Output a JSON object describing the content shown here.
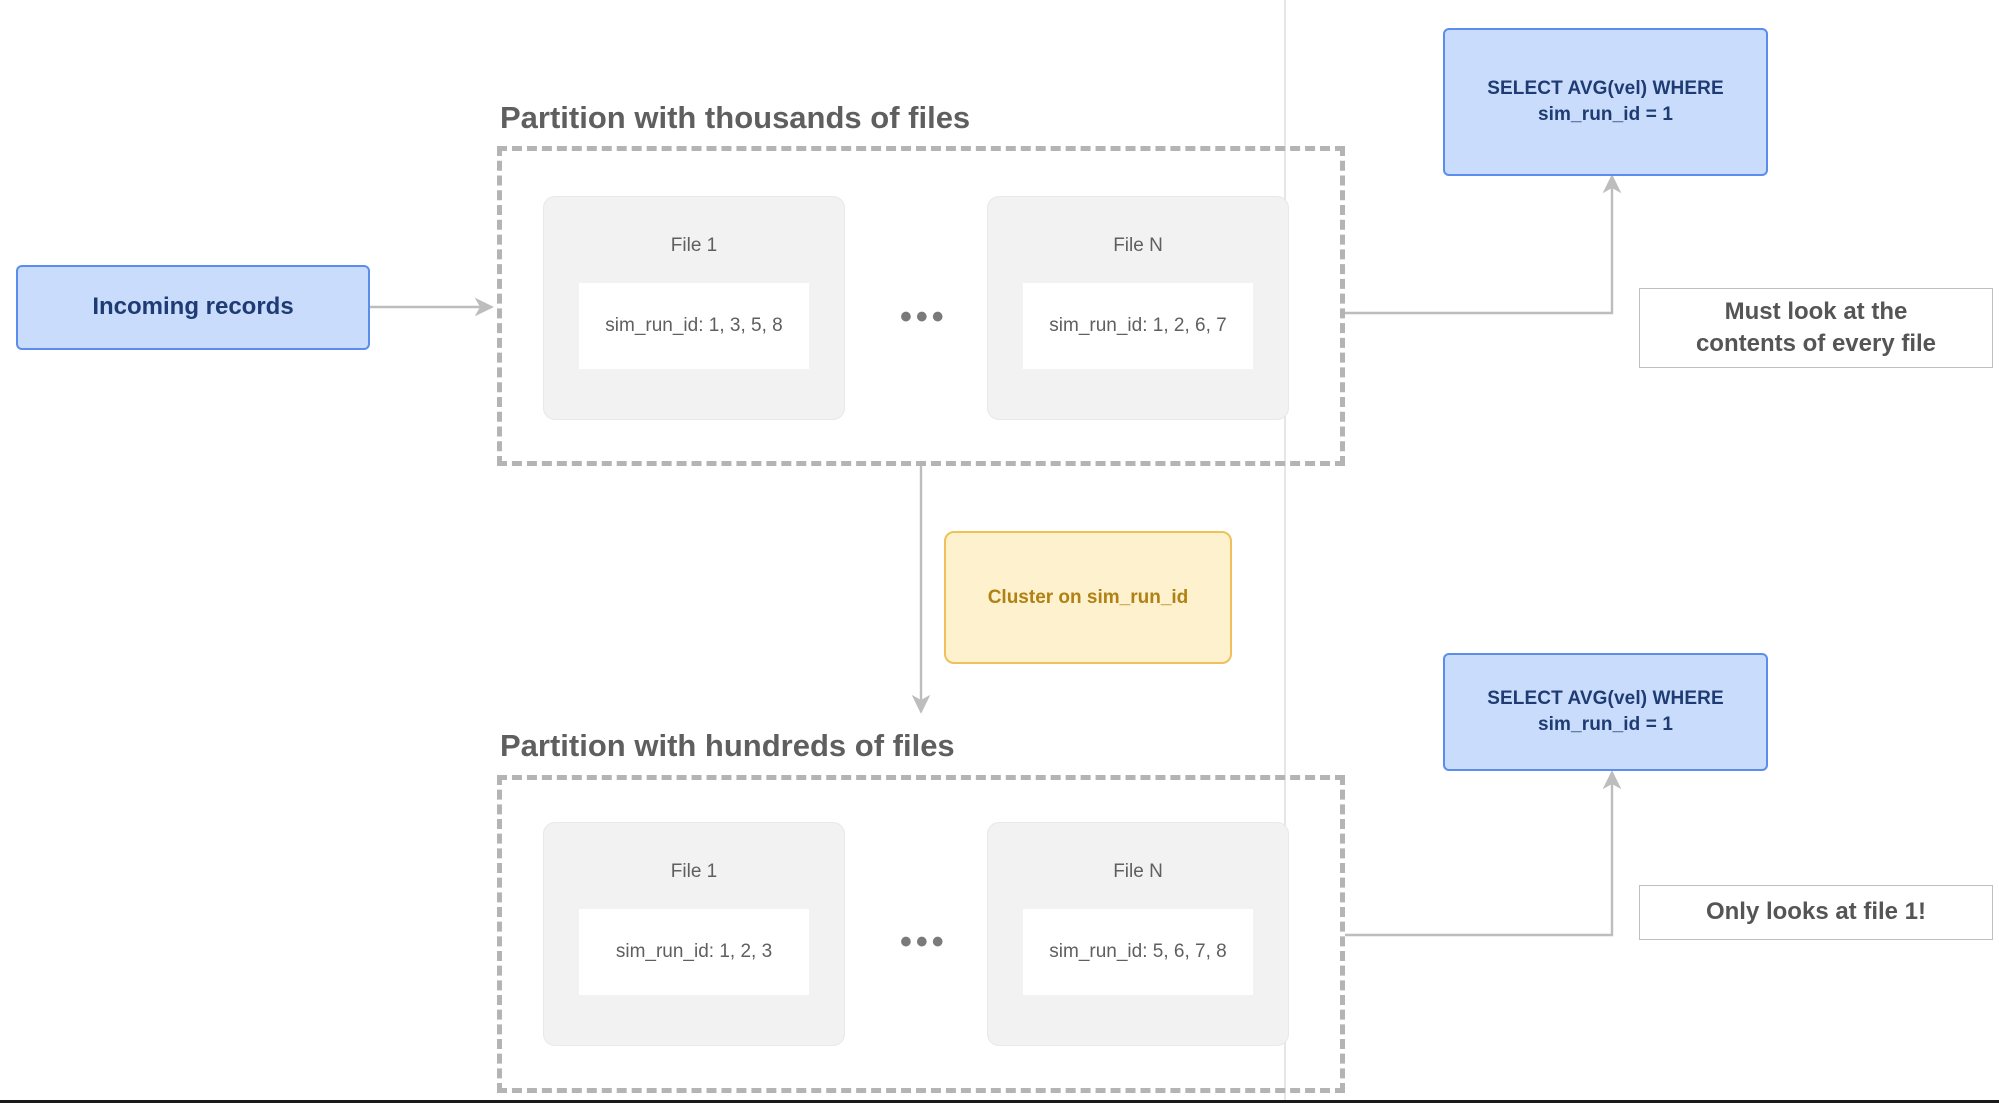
{
  "diagram": {
    "title_top": "Partition with thousands of files",
    "title_bottom": "Partition with hundreds of files",
    "ellipsis": "•••"
  },
  "incoming": {
    "label": "Incoming records"
  },
  "transform": {
    "label": "Cluster on sim_run_id"
  },
  "queries": {
    "top": {
      "line1": "SELECT AVG(vel) WHERE",
      "line2": "sim_run_id = 1"
    },
    "bottom": {
      "line1": "SELECT AVG(vel) WHERE",
      "line2": "sim_run_id = 1"
    }
  },
  "notes": {
    "top": {
      "line1": "Must look at the",
      "line2": "contents of every file"
    },
    "bottom": {
      "line1": "Only looks at file 1!"
    }
  },
  "partitions": [
    {
      "id": "unclustered",
      "files": [
        {
          "name": "File 1",
          "contents": "sim_run_id: 1, 3, 5, 8"
        },
        {
          "name": "File N",
          "contents": "sim_run_id: 1, 2, 6, 7"
        }
      ]
    },
    {
      "id": "clustered",
      "files": [
        {
          "name": "File 1",
          "contents": "sim_run_id: 1, 2, 3"
        },
        {
          "name": "File N",
          "contents": "sim_run_id: 5, 6, 7, 8"
        }
      ]
    }
  ],
  "colors": {
    "blue_fill": "#c9dcfb",
    "blue_stroke": "#5a8ded",
    "blue_text": "#1f3b73",
    "yellow_fill": "#fdf1ce",
    "yellow_stroke": "#eec15a",
    "yellow_text": "#b08114",
    "gray_text": "#5f5f5f",
    "dashed_border": "#b4b4b4",
    "card_fill": "#f2f2f2",
    "connector": "#bdbdbd"
  }
}
